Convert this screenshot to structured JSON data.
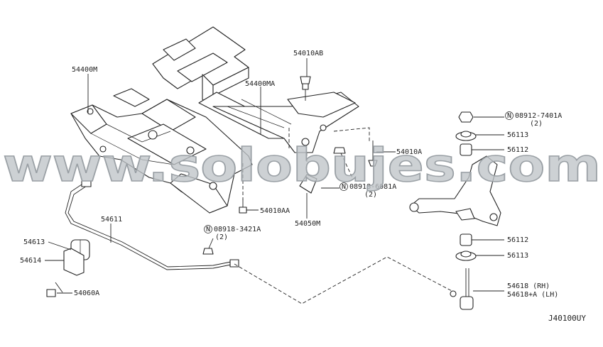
{
  "diagram": {
    "watermark": "www.solobujes.com",
    "drawing_code": "J40100UY",
    "labels": {
      "p54400M": "54400M",
      "p54400MA": "54400MA",
      "p54010AB": "54010AB",
      "p08912": "08912-7401A",
      "p08912_qty": "(2)",
      "p56113_top": "56113",
      "p56112_top": "56112",
      "p54010A": "54010A",
      "p08918_6081": "08918-6081A",
      "p08918_6081_qty": "(2)",
      "p54010AA": "54010AA",
      "p54050M": "54050M",
      "p54611": "54611",
      "p08918_3421": "08918-3421A",
      "p08918_3421_qty": "(2)",
      "p54613": "54613",
      "p54614": "54614",
      "p54060A": "54060A",
      "p56112_bot": "56112",
      "p56113_bot": "56113",
      "p54618_rh": "54618 (RH)",
      "p54618_lh": "54618+A (LH)"
    },
    "nut_marker": "N"
  }
}
